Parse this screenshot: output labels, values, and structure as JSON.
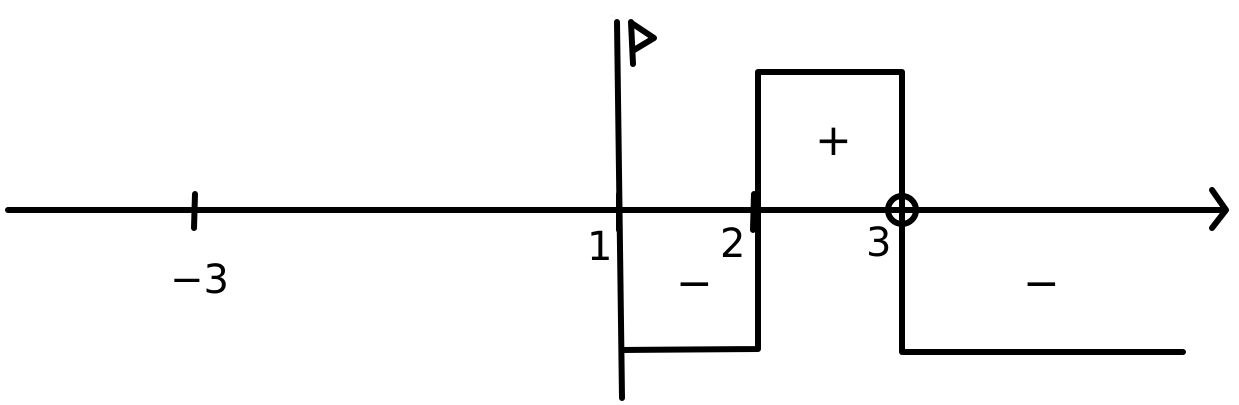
{
  "number_line": {
    "ticks": [
      {
        "label": "−3",
        "value": -3
      },
      {
        "label": "1",
        "value": 1
      },
      {
        "label": "2",
        "value": 2
      },
      {
        "label": "3",
        "value": 3
      }
    ],
    "excluded_point": 3
  },
  "function_label": "P",
  "signs": {
    "interval_1_2": "−",
    "interval_2_3": "+",
    "interval_3_inf": "−"
  },
  "colors": {
    "ink": "#000000",
    "background": "#ffffff"
  }
}
